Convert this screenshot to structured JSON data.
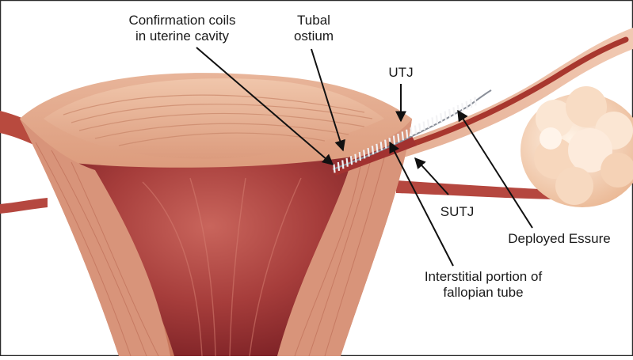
{
  "labels": {
    "confirmation_coils": {
      "line1": "Confirmation coils",
      "line2": "in uterine cavity"
    },
    "tubal_ostium": {
      "line1": "Tubal",
      "line2": "ostium"
    },
    "utj": "UTJ",
    "sutj": "SUTJ",
    "deployed_essure": "Deployed Essure",
    "interstitial": {
      "line1": "Interstitial portion of",
      "line2": "fallopian tube"
    }
  },
  "colors": {
    "background": "#ffffff",
    "frame": "#2a2a2a",
    "muscle": "#d98c73",
    "muscle_light": "#e9b49a",
    "muscle_dark": "#b5564a",
    "cavity": "#9c2f33",
    "tube": "#a8372e",
    "ovary": "#f3cfb2",
    "coil": "#e8e8ea",
    "arrow": "#111111"
  }
}
